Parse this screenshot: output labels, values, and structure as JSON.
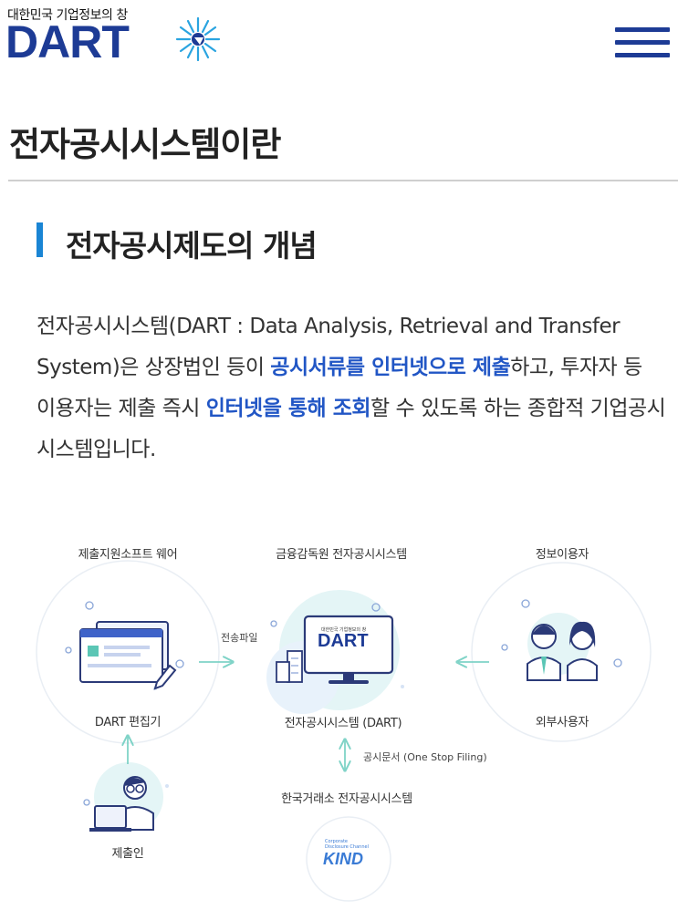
{
  "header": {
    "tagline": "대한민국 기업정보의 창",
    "logo_text": "DART",
    "menu_icon": "hamburger-menu-icon"
  },
  "page": {
    "title": "전자공시시스템이란"
  },
  "section": {
    "title": "전자공시제도의 개념",
    "paragraph": {
      "part1": "전자공시시스템(DART : Data Analysis, Retrieval and Transfer System)은 상장법인 등이 ",
      "highlight1": "공시서류를 인터넷으로 제출",
      "part2": "하고, 투자자 등 이용자는 제출 즉시 ",
      "highlight2": "인터넷을 통해 조회",
      "part3": "할 수 있도록 하는 종합적 기업공시 시스템입니다."
    }
  },
  "diagram": {
    "left_top_label": "제출지원소프트 웨어",
    "center_top_label": "금융감독원 전자공시시스템",
    "right_top_label": "정보이용자",
    "left_circle_label": "DART 편집기",
    "center_label": "전자공시시스템 (DART)",
    "right_circle_label": "외부사용자",
    "transfer_label": "전송파일",
    "filing_label": "공시문서 (One Stop Filing)",
    "bottom_center_label": "한국거래소 전자공시시스템",
    "submitter_label": "제출인",
    "monitor_tagline": "대한민국 기업정보의 창",
    "monitor_logo": "DART",
    "kind_logo": "KIND",
    "kind_sub1": "Corporate",
    "kind_sub2": "Disclosure Channel",
    "colors": {
      "brand_navy": "#1d3b95",
      "accent_blue": "#1a85d4",
      "highlight_text": "#2156c5",
      "arrow_mint": "#7fd3c7"
    }
  }
}
